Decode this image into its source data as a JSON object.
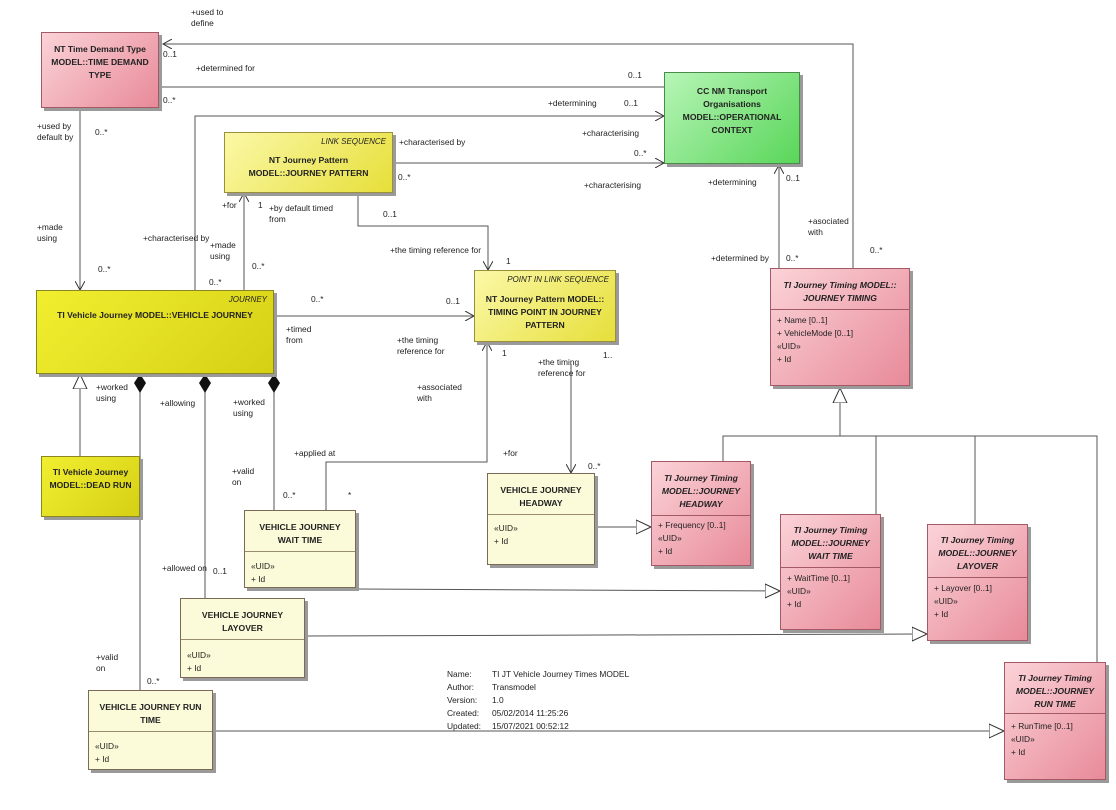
{
  "classes": {
    "time_demand_type": {
      "title": "NT Time Demand Type MODEL::TIME DEMAND TYPE"
    },
    "transport_org": {
      "title": "CC NM Transport Organisations MODEL::OPERATIONAL CONTEXT"
    },
    "journey_pattern": {
      "stereotype": "LINK SEQUENCE",
      "title": "NT Journey Pattern MODEL::JOURNEY PATTERN"
    },
    "timing_point": {
      "stereotype": "POINT IN LINK SEQUENCE",
      "title": "NT Journey Pattern MODEL:: TIMING POINT IN JOURNEY PATTERN"
    },
    "vehicle_journey": {
      "stereotype": "JOURNEY",
      "title": "TI Vehicle Journey MODEL::VEHICLE JOURNEY"
    },
    "dead_run": {
      "title": "TI Vehicle Journey MODEL::DEAD RUN"
    },
    "journey_timing": {
      "title": "TI Journey Timing MODEL:: JOURNEY TIMING",
      "attrs": [
        "+ Name [0..1]",
        "+ VehicleMode [0..1]",
        "«UID»",
        "+ Id"
      ]
    },
    "vj_headway": {
      "title": "VEHICLE JOURNEY HEADWAY",
      "attrs": [
        "«UID»",
        "+ Id"
      ]
    },
    "jt_headway": {
      "title": "TI Journey Timing MODEL::JOURNEY HEADWAY",
      "attrs": [
        "+ Frequency [0..1]",
        "«UID»",
        "+ Id"
      ]
    },
    "vj_wait_time": {
      "title": "VEHICLE JOURNEY WAIT TIME",
      "attrs": [
        "«UID»",
        "+ Id"
      ]
    },
    "jt_wait_time": {
      "title": "TI Journey Timing MODEL::JOURNEY WAIT TIME",
      "attrs": [
        "+ WaitTime [0..1]",
        "«UID»",
        "+ Id"
      ]
    },
    "vj_layover": {
      "title": "VEHICLE JOURNEY LAYOVER",
      "attrs": [
        "«UID»",
        "+ Id"
      ]
    },
    "jt_layover": {
      "title": "TI Journey Timing MODEL::JOURNEY LAYOVER",
      "attrs": [
        "+ Layover [0..1]",
        "«UID»",
        "+ Id"
      ]
    },
    "vj_run_time": {
      "title": "VEHICLE JOURNEY RUN TIME",
      "attrs": [
        "«UID»",
        "+ Id"
      ]
    },
    "jt_run_time": {
      "title": "TI Journey Timing MODEL::JOURNEY RUN TIME",
      "attrs": [
        "+ RunTime [0..1]",
        "«UID»",
        "+ Id"
      ]
    }
  },
  "labels": [
    "+used to\ndefine",
    "0..1",
    "+determined for",
    "0..1",
    "0..*",
    "+determining",
    "0..1",
    "+characterising",
    "+characterised by",
    "0..*",
    "0..*",
    "+characterising",
    "+used by\ndefault by",
    "0..*",
    "+determining",
    "0..1",
    "+for",
    "1",
    "+by default timed\nfrom",
    "0..1",
    "+made\nusing",
    "0..*",
    "+characterised by",
    "+made\nusing",
    "0..*",
    "0..*",
    "+the timing reference for",
    "1",
    "+asociated\nwith",
    "0..*",
    "+determined by",
    "0..*",
    "0..*",
    "0..1",
    "+timed\nfrom",
    "+the timing\nreference for",
    "1",
    "+the timing\nreference for",
    "1..",
    "+worked\nusing",
    "+allowing",
    "+worked\nusing",
    "+associated\nwith",
    "+applied at",
    "+valid\non",
    "0..*",
    "*",
    "+for",
    "0..*",
    "+allowed on",
    "0..1",
    "+valid\non",
    "0..*"
  ],
  "note": {
    "rows": [
      {
        "k": "Name:",
        "v": "TI JT Vehicle Journey Times  MODEL"
      },
      {
        "k": "Author:",
        "v": "Transmodel"
      },
      {
        "k": "Version:",
        "v": "1.0"
      },
      {
        "k": "Created:",
        "v": "05/02/2014 11:25:26"
      },
      {
        "k": "Updated:",
        "v": "15/07/2021 00:52:12"
      }
    ]
  }
}
